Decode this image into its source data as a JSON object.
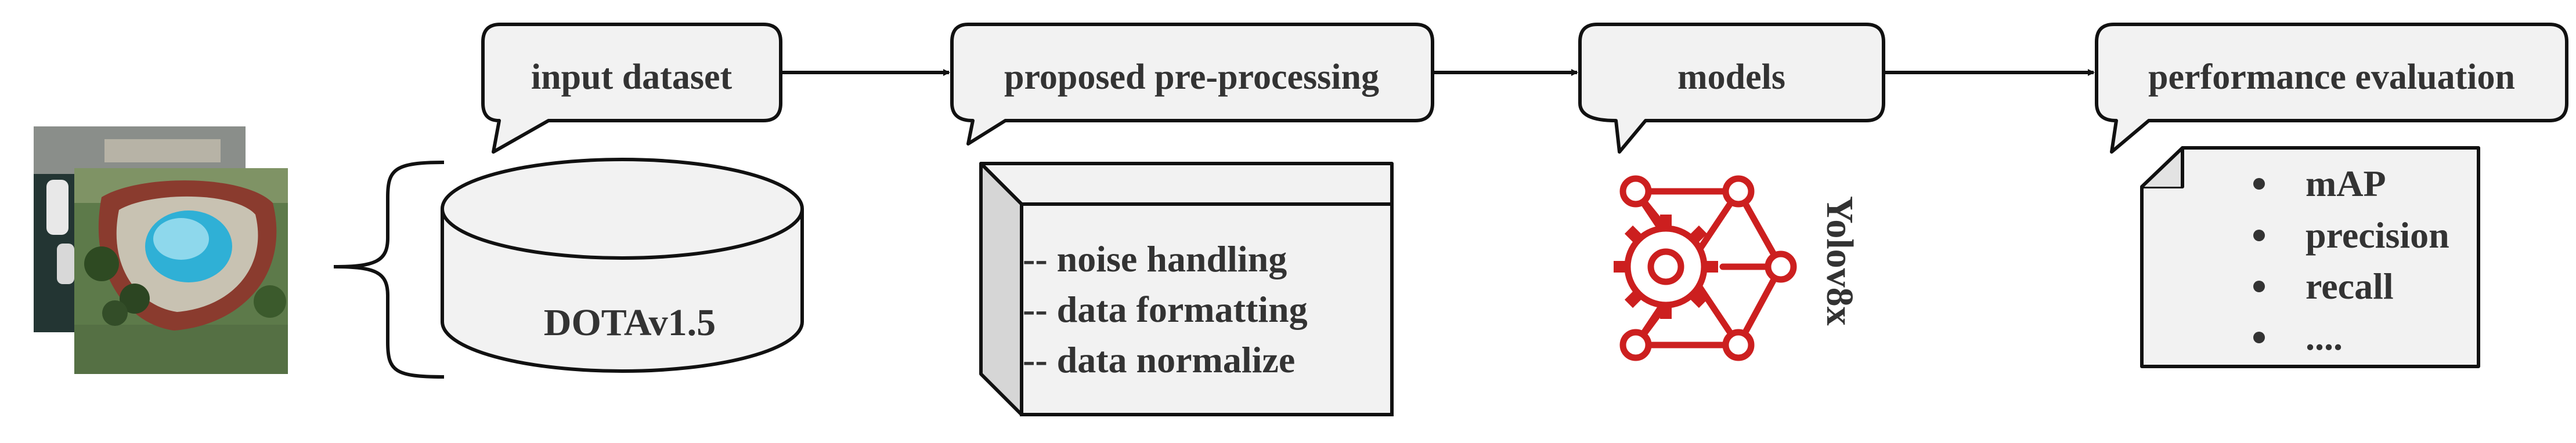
{
  "stages": [
    {
      "id": "input",
      "title": "input dataset"
    },
    {
      "id": "preprocessing",
      "title": "proposed pre-processing"
    },
    {
      "id": "models",
      "title": "models"
    },
    {
      "id": "evaluation",
      "title": "performance evaluation"
    }
  ],
  "dataset": {
    "name": "DOTAv1.5"
  },
  "preprocessing_steps": [
    "-- noise handling",
    "-- data formatting",
    "-- data normalize"
  ],
  "model": {
    "name": "Yolov8x"
  },
  "metrics": [
    "mAP",
    "precision",
    "recall",
    "...."
  ],
  "colors": {
    "stroke": "#111111",
    "box_fill": "#f2f2f2",
    "text": "#333333",
    "model_icon": "#cc1f1f",
    "arrow": "#111111"
  },
  "icons": {
    "satellite_images": "satellite-photo-stack-icon",
    "model": "neural-network-gear-icon"
  }
}
